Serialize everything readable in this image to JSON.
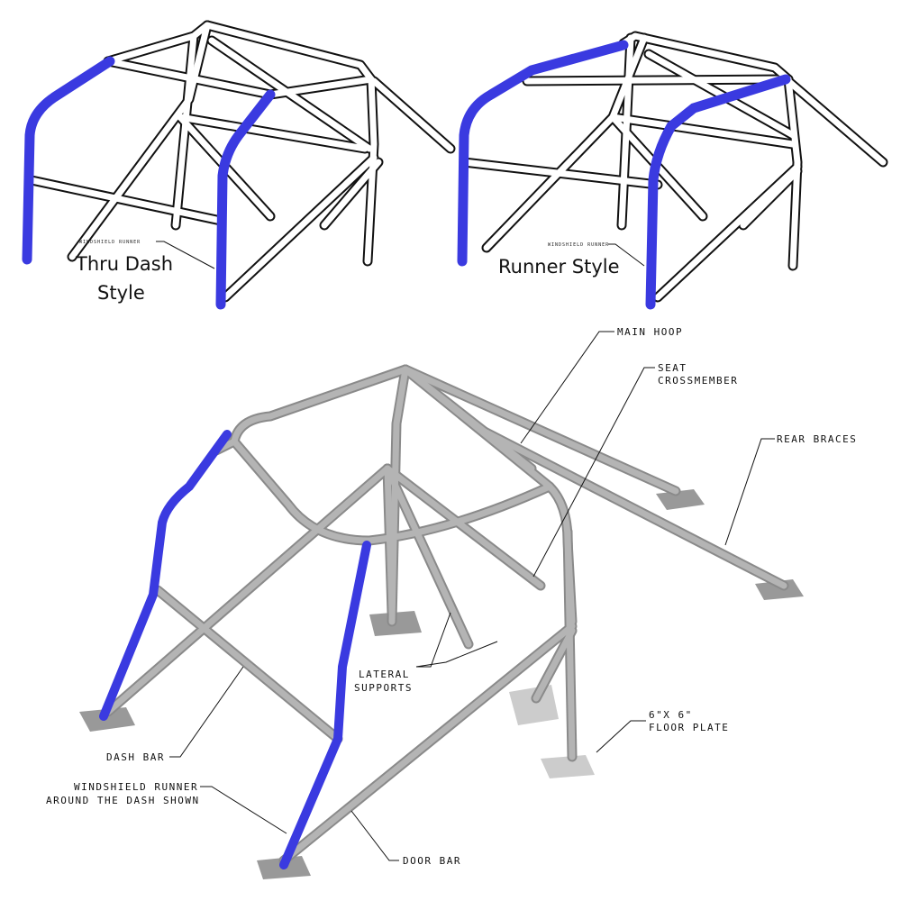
{
  "top_left": {
    "title_line1": "Thru Dash",
    "title_line2": "Style",
    "callout": "WINDSHIELD RUNNER"
  },
  "top_right": {
    "title": "Runner Style",
    "callout": "WINDSHIELD RUNNER"
  },
  "main": {
    "labels": {
      "main_hoop": "MAIN HOOP",
      "seat_crossmember_1": "SEAT",
      "seat_crossmember_2": "CROSSMEMBER",
      "rear_braces": "REAR BRACES",
      "lateral_supports_1": "LATERAL",
      "lateral_supports_2": "SUPPORTS",
      "floor_plate_1": "6\"X 6\"",
      "floor_plate_2": "FLOOR PLATE",
      "dash_bar": "DASH BAR",
      "windshield_runner_1": "WINDSHIELD RUNNER",
      "windshield_runner_2": "AROUND THE DASH SHOWN",
      "door_bar": "DOOR BAR"
    }
  },
  "colors": {
    "highlight": "#3a3ae0",
    "tube_gray": "#b4b4b4",
    "outline": "#111111"
  }
}
